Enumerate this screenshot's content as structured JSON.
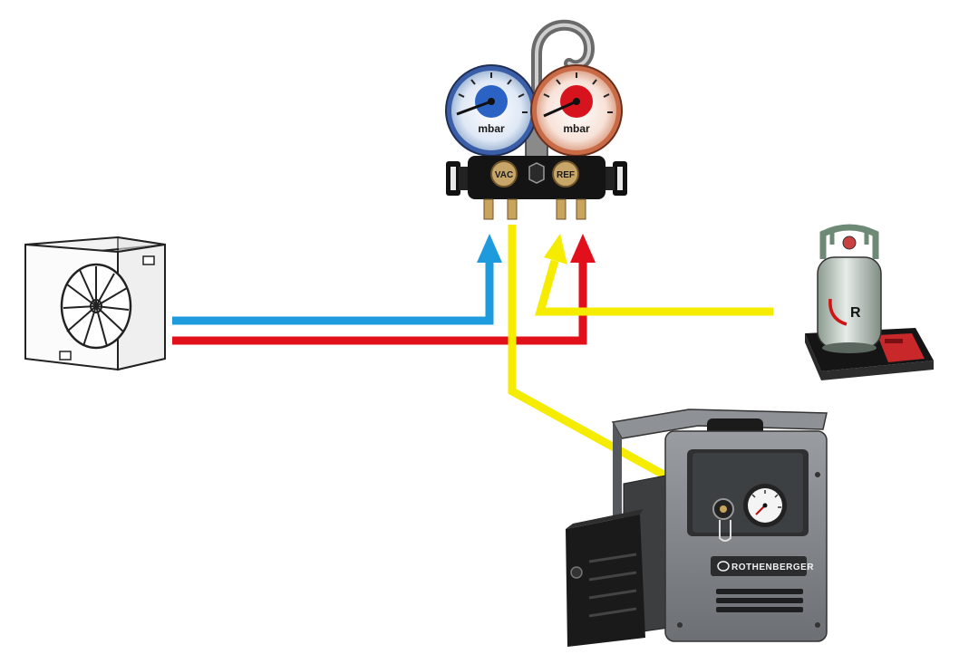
{
  "manifold": {
    "low_gauge_unit": "mbar",
    "high_gauge_unit": "mbar",
    "vac_valve_label": "VAC",
    "ref_valve_label": "REF",
    "low_side_color": "#1e9bdc",
    "high_side_color": "#e2101b"
  },
  "cylinder": {
    "logo_letter": "R"
  },
  "vacuum_pump": {
    "brand": "ROTHENBERGER"
  },
  "lines": {
    "low_pressure_color": "#1e9bdc",
    "high_pressure_color": "#e2101b",
    "service_color": "#f5ec00"
  },
  "icons": {
    "outdoor_unit": "outdoor-ac-unit-icon",
    "manifold": "manifold-gauge-set-icon",
    "cylinder": "refrigerant-cylinder-on-scale-icon",
    "pump": "vacuum-pump-icon"
  }
}
